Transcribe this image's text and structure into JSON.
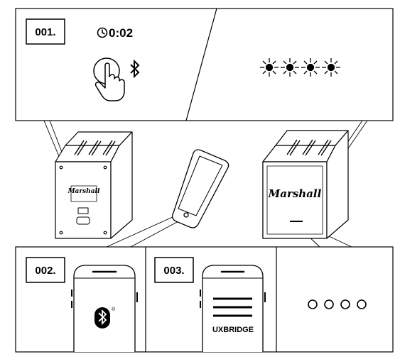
{
  "panel_top": {
    "step_label": "001.",
    "timer": "0:02",
    "icons": [
      "clock-icon",
      "press-hand-icon",
      "bluetooth-icon"
    ],
    "indicator_leds": 4
  },
  "speakers": {
    "brand": "Marshall"
  },
  "panel_bottom": [
    {
      "step_label": "002.",
      "phone_screen_icon": "bluetooth-icon",
      "registered_mark": "®"
    },
    {
      "step_label": "003.",
      "device_name": "UXBRIDGE",
      "phone_screen_icon": "menu-lines-icon"
    },
    {
      "indicator_leds": 4
    }
  ],
  "colors": {
    "ink": "#000000",
    "background": "#ffffff"
  }
}
